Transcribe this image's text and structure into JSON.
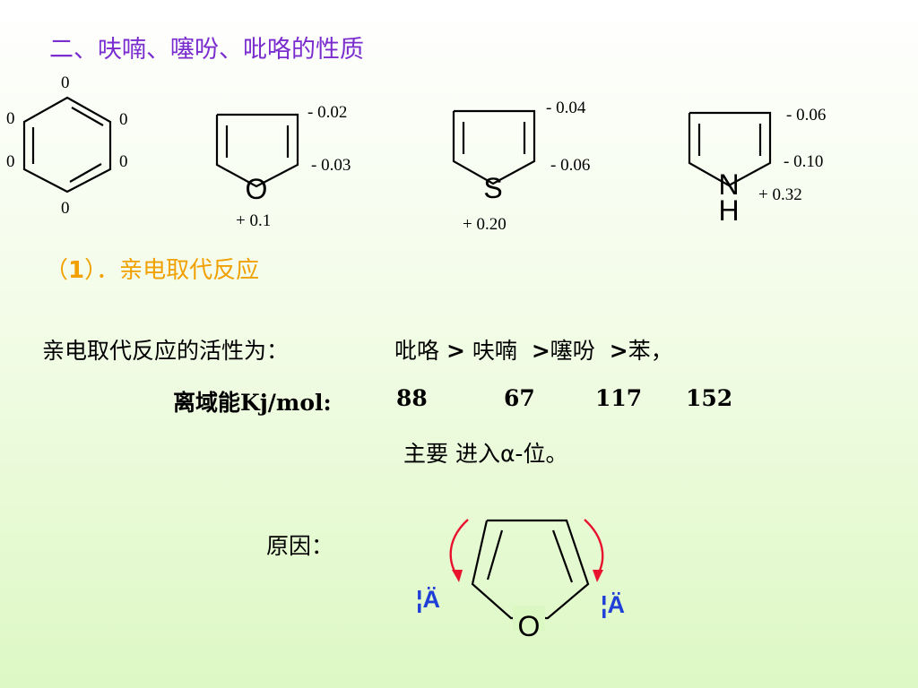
{
  "title": "二、呋喃、噻吩、吡咯的性质",
  "benzene": {
    "labels": [
      "0",
      "0",
      "0",
      "0",
      "0",
      "0"
    ]
  },
  "furan": {
    "heteroatom": "O",
    "labels": [
      "- 0.02",
      "- 0.03",
      "+ 0.1"
    ]
  },
  "thiophene": {
    "heteroatom": "S",
    "labels": [
      "- 0.04",
      "- 0.06",
      "+ 0.20"
    ]
  },
  "pyrrole": {
    "heteroatom_n": "N",
    "heteroatom_h": "H",
    "labels": [
      "- 0.06",
      "- 0.10",
      "+ 0.32"
    ]
  },
  "section1": {
    "number": "1",
    "prefix": "（",
    "suffix": "）．亲电取代反应"
  },
  "activity": {
    "label": "亲电取代反应的活性为：",
    "order": [
      "吡咯",
      ">",
      "呋喃",
      ">",
      "噻吩",
      ">",
      "苯，"
    ]
  },
  "energy": {
    "label": "离域能Kj/mol:",
    "values": [
      "88",
      "67",
      "117",
      "152"
    ]
  },
  "alpha": "主要 进入α-位。",
  "reason": {
    "label": "原因：",
    "heteroatom": "O",
    "lone_pair_marks": [
      "¦Ä",
      "¦Ä"
    ]
  },
  "colors": {
    "title": "#7a2ccf",
    "section": "#f0a000",
    "arrow": "#e8122f",
    "lone_pair": "#1f3fd6"
  }
}
